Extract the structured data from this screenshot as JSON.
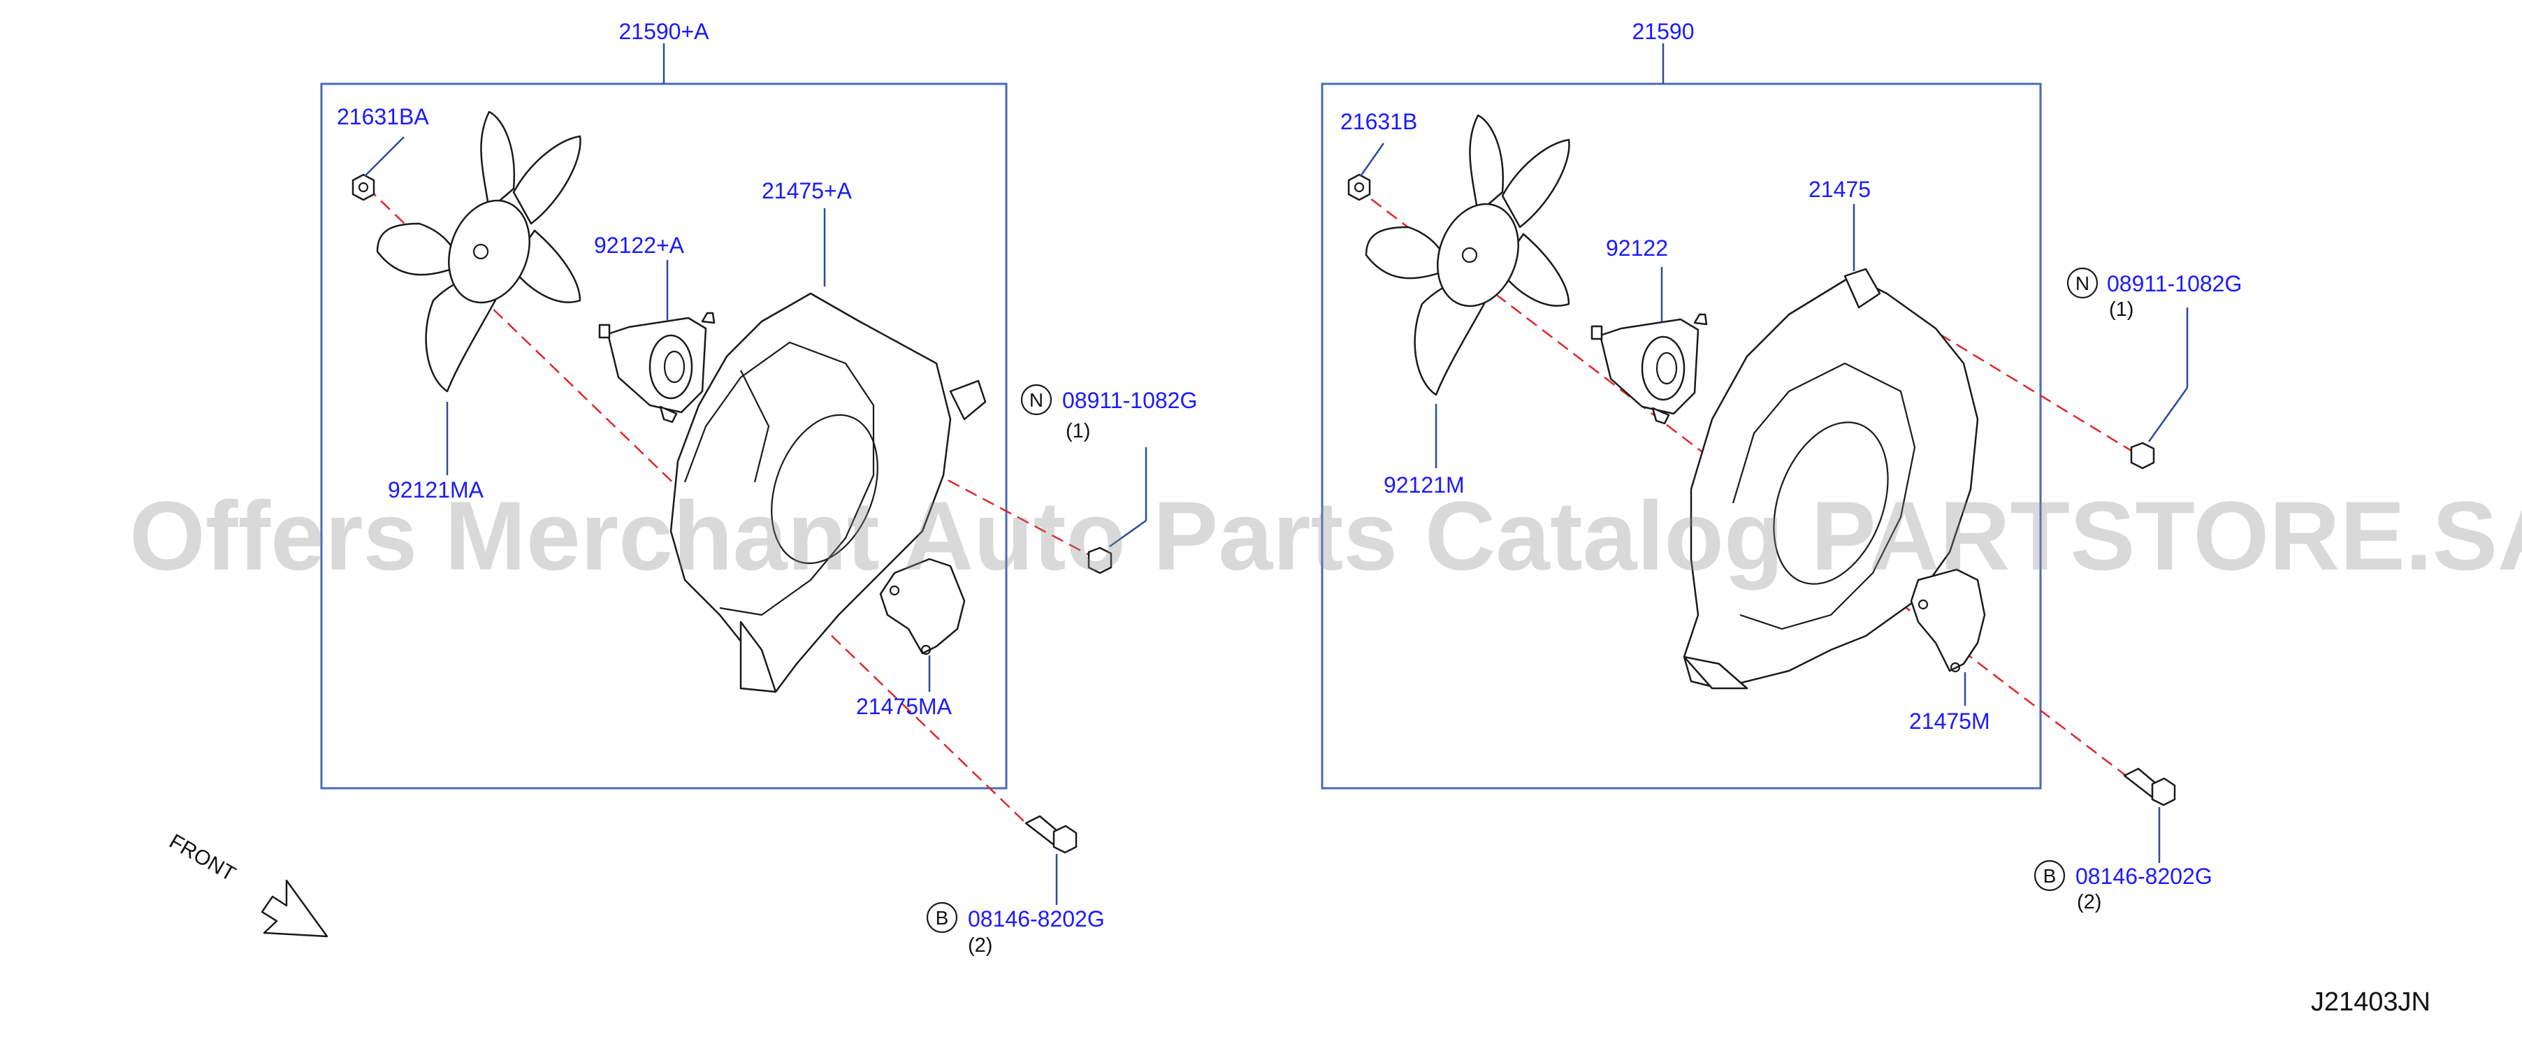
{
  "left_assembly": {
    "assembly_number": "21590+A",
    "nut_part": "21631BA",
    "fan_part": "92121MA",
    "motor_part": "92122+A",
    "shroud_part": "21475+A",
    "bracket_part": "21475MA",
    "nut_fastener": {
      "circle_letter": "N",
      "part": "08911-1082G",
      "qty": "(1)"
    },
    "bolt_fastener": {
      "circle_letter": "B",
      "part": "08146-8202G",
      "qty": "(2)"
    }
  },
  "right_assembly": {
    "assembly_number": "21590",
    "nut_part": "21631B",
    "fan_part": "92121M",
    "motor_part": "92122",
    "shroud_part": "21475",
    "bracket_part": "21475M",
    "nut_fastener": {
      "circle_letter": "N",
      "part": "08911-1082G",
      "qty": "(1)"
    },
    "bolt_fastener": {
      "circle_letter": "B",
      "part": "08146-8202G",
      "qty": "(2)"
    }
  },
  "front_indicator": "FRONT",
  "diagram_code": "J21403JN",
  "watermark": "Offers Merchant Auto Parts Catalog PARTSTORE.SA",
  "colors": {
    "part_number": "#1a1aff",
    "frame": "#4a6bb5",
    "center_line": "#e0262b",
    "drawing": "#1a1a1a"
  }
}
